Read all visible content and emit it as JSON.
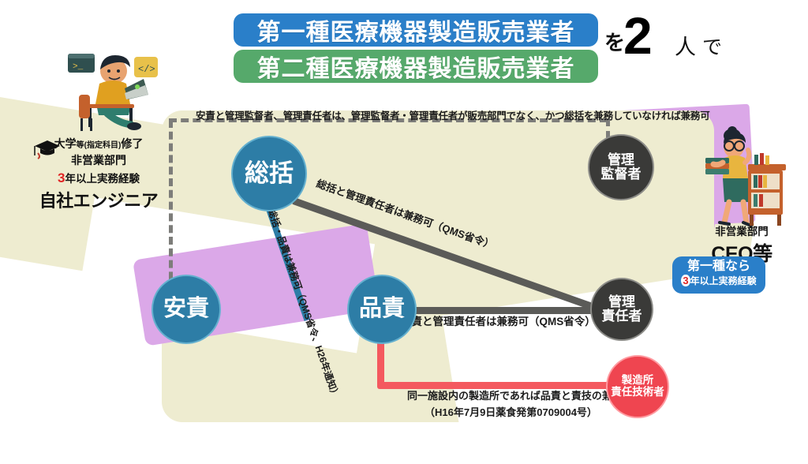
{
  "header": {
    "banner_primary": "第一種医療機器製造販売業者",
    "banner_secondary": "第二種医療機器製造販売業者",
    "particle_wo": "を",
    "count": "2",
    "unit": "人",
    "particle_de": "で",
    "color_primary": "#2a7fc9",
    "color_secondary": "#56a96b"
  },
  "left_character": {
    "icon": "engineer-at-laptop-illustration",
    "graduation_icon": "graduation-cap-icon",
    "line1_main": "大学",
    "line1_small": "等(指定科目)",
    "line1_tail": "修了",
    "line2": "非営業部門",
    "years": "3",
    "line3": "年以上実務経験",
    "role": "自社エンジニア"
  },
  "right_character": {
    "icon": "woman-with-books-illustration",
    "line1": "非営業部門",
    "role": "CEO等",
    "badge_line1": "第一種なら",
    "badge_years": "3",
    "badge_line2": "年以上実務経験",
    "badge_color": "#2a7fc9"
  },
  "nodes": [
    {
      "id": "soukatsu",
      "label": "総括",
      "color": "#2d7da6",
      "style": "blue"
    },
    {
      "id": "anseki",
      "label": "安責",
      "color": "#2d7da6",
      "style": "blue"
    },
    {
      "id": "hinseki",
      "label": "品責",
      "color": "#2d7da6",
      "style": "blue"
    },
    {
      "id": "kantoku",
      "label_l1": "管理",
      "label_l2": "監督者",
      "color": "#3a3a38",
      "style": "dark"
    },
    {
      "id": "sekinin",
      "label_l1": "管理",
      "label_l2": "責任者",
      "color": "#3a3a38",
      "style": "dark"
    },
    {
      "id": "seizou",
      "label_l1": "製造所",
      "label_l2": "責任技術者",
      "color": "#ef4550",
      "style": "red"
    }
  ],
  "edge_labels": {
    "top_dotted": "安責と管理監督者、管理責任者は、管理監督者・管理責任者が販売部門でなく、かつ総括を兼務していなければ兼務可",
    "soukatsu_sekinin": "総括と管理責任者は兼務可（QMS省令）",
    "soukatsu_hinseki": "総括・品責は兼務可（QMS省令、H26年通知）",
    "hinseki_sekinin": "品責と管理責任者は兼務可（QMS省令）",
    "hinseki_seizou_l1": "同一施設内の製造所であれば品責と責技の兼務可",
    "hinseki_seizou_l2": "（H16年7月9日薬食発第0709004号）"
  },
  "palette": {
    "beige": "#eeecd0",
    "purple": "#dba8e8",
    "gray_line": "#5b5b58",
    "red_line": "#f4595f",
    "dot_line": "#7d7d7a"
  }
}
